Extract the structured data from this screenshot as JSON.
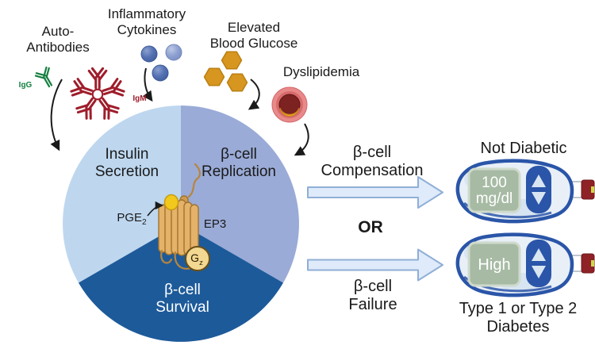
{
  "risk_factors": {
    "auto_antibodies": {
      "line1": "Auto-",
      "line2": "Antibodies",
      "igg_label": "IgG",
      "igm_label": "IgM"
    },
    "inflammatory_cytokines": {
      "line1": "Inflammatory",
      "line2": "Cytokines"
    },
    "elevated_blood_glucose": {
      "line1": "Elevated",
      "line2": "Blood Glucose"
    },
    "dyslipidemia": {
      "label": "Dyslipidemia"
    }
  },
  "pie": {
    "sections": [
      {
        "line1": "Insulin",
        "line2": "Secretion",
        "color": "#bed7ef"
      },
      {
        "line1": "β-cell",
        "line2": "Replication",
        "color": "#9aabd7"
      },
      {
        "line1": "β-cell",
        "line2": "Survival",
        "color": "#1d5a9a"
      }
    ],
    "receptor": {
      "ligand_label": "PGE",
      "ligand_sub": "2",
      "receptor_label": "EP3",
      "gprotein_label": "G",
      "gprotein_sub": "z"
    }
  },
  "outcomes": {
    "compensation": {
      "line1": "β-cell",
      "line2": "Compensation"
    },
    "or_label": "OR",
    "failure": {
      "line1": "β-cell",
      "line2": "Failure"
    }
  },
  "meters": [
    {
      "title": "Not Diabetic",
      "screen_line1": "100",
      "screen_line2": "mg/dl"
    },
    {
      "screen_line1": "High",
      "caption_line1": "Type 1 or Type 2",
      "caption_line2": "Diabetes"
    }
  ],
  "palette": {
    "pie_insulin": "#bed7ef",
    "pie_replication": "#9aabd7",
    "pie_survival": "#1d5a9a",
    "glucose_hex": "#d6961f",
    "igg_green": "#15803f",
    "igm_red": "#9f1d2b",
    "vessel_outer_red": "#e8898a",
    "vessel_inner_red": "#7c2220",
    "plaque_yellow": "#eaa325",
    "meter_blue": "#2a55a8",
    "meter_body": "#e8eff7",
    "screen_green": "#a7bba4",
    "strip_red": "#8e2226",
    "block_arrow_fill": "#dfeafa",
    "block_arrow_stroke": "#8fafd6",
    "receptor_tan": "#e4b269",
    "ligand_yellow": "#f3c81d",
    "gprotein_fill": "#f3d891"
  }
}
